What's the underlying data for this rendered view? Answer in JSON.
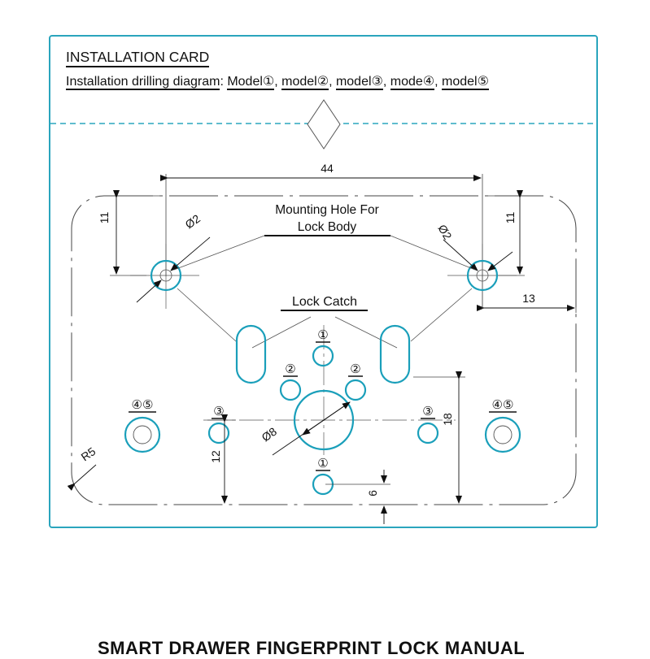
{
  "card": {
    "title": "INSTALLATION CARD",
    "subtitle_prefix": "Installation drilling diagram",
    "models": [
      "Model①",
      "model②",
      "model③",
      "mode④",
      "model⑤"
    ]
  },
  "labels": {
    "mounting_hole_line1": "Mounting Hole For",
    "mounting_hole_line2": "Lock Body",
    "lock_catch": "Lock Catch"
  },
  "dimensions": {
    "top_width": "44",
    "left_top_offset": "11",
    "right_top_offset": "11",
    "right_side_offset": "13",
    "hole_dia_left": "Ø2",
    "hole_dia_right": "Ø2",
    "center_dia": "Ø8",
    "corner_radius": "R5",
    "right_vertical": "18",
    "left_vertical": "12",
    "bottom_small": "6"
  },
  "hole_tags": {
    "top_center": "①",
    "bottom_center": "①",
    "upper_left": "②",
    "upper_right": "②",
    "mid_left": "③",
    "mid_right": "③",
    "outer_left": "④⑤",
    "outer_right": "④⑤"
  },
  "colors": {
    "accent": "#2aa5bd",
    "ink": "#111111"
  },
  "footer": {
    "title": "SMART DRAWER FINGERPRINT LOCK MANUAL"
  }
}
